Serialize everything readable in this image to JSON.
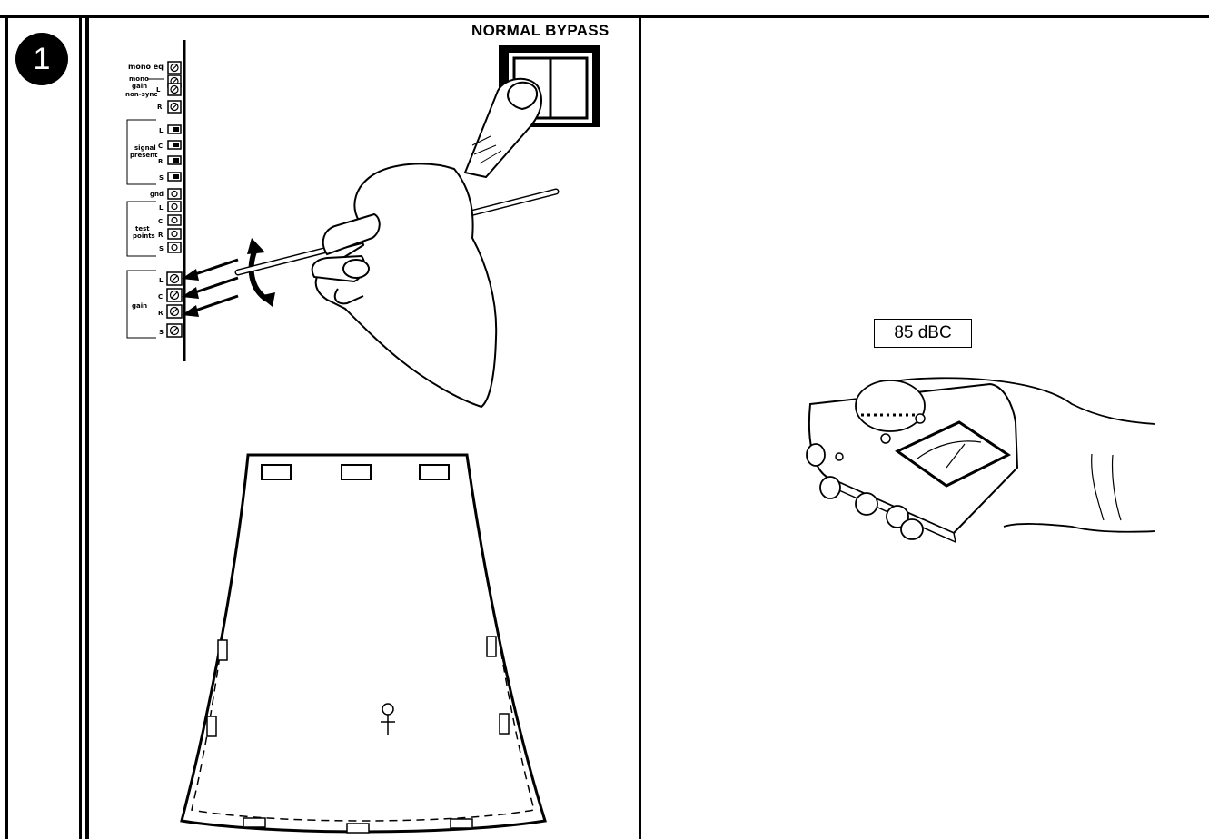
{
  "step": {
    "number": "1"
  },
  "switch_panel": {
    "title": "NORMAL BYPASS"
  },
  "control_strip": {
    "mono_eq": "mono eq",
    "mono_gain": "mono\ngain",
    "non_sync": "non-sync",
    "signal_present": "signal\npresent",
    "gnd": "gnd",
    "test_points": "test\npoints",
    "gain": "gain",
    "channel_letters": [
      "L",
      "C",
      "R",
      "S"
    ]
  },
  "spl_meter": {
    "reading": "85 dBC"
  }
}
